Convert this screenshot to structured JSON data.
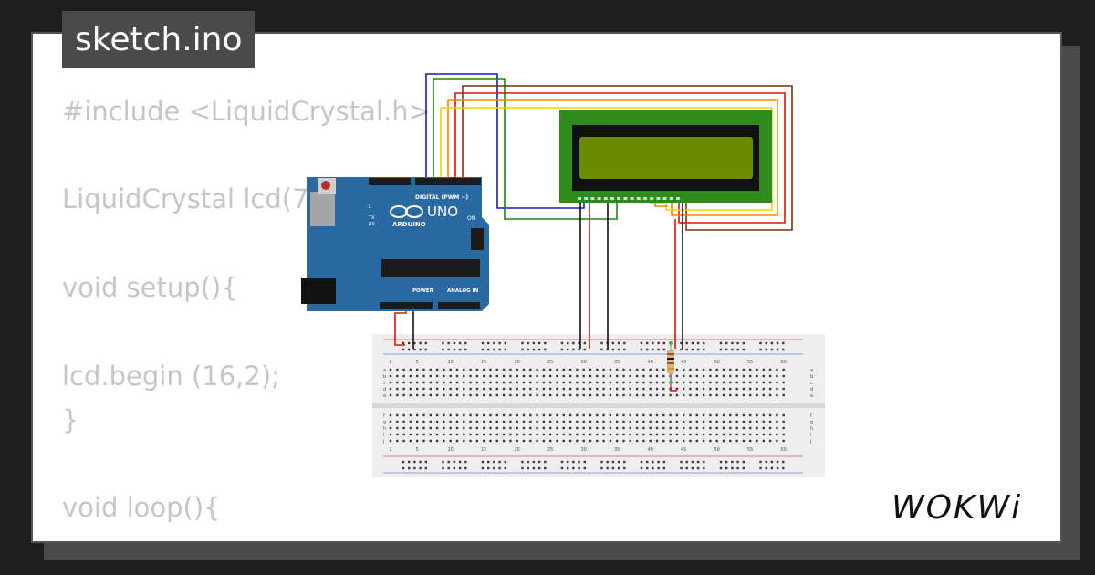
{
  "tab": {
    "filename": "sketch.ino"
  },
  "code": {
    "lines": [
      "#include <LiquidCrystal.h>",
      "LiquidCrystal lcd(7",
      "void setup(){",
      "lcd.begin (16,2);",
      "}",
      "void loop(){"
    ]
  },
  "arduino": {
    "board_name": "UNO",
    "brand": "ARDUINO",
    "digital_header": "DIGITAL (PWM ~)",
    "power_header": "POWER",
    "analog_header": "ANALOG IN",
    "on_label": "ON",
    "tx_label": "TX",
    "rx_label": "RX",
    "l_label": "L"
  },
  "breadboard": {
    "column_numbers": [
      "1",
      "5",
      "10",
      "15",
      "20",
      "25",
      "30",
      "35",
      "40",
      "45",
      "50",
      "55",
      "60"
    ],
    "row_letters_top": [
      "a",
      "b",
      "c",
      "d",
      "e"
    ],
    "row_letters_bottom": [
      "f",
      "g",
      "h",
      "i",
      "j"
    ]
  },
  "logo": {
    "text": "WOKWi"
  },
  "colors": {
    "wire_blue": "#1a1ab0",
    "wire_green": "#138a13",
    "wire_brown": "#7a3210",
    "wire_red": "#e01010",
    "wire_orange": "#f08a00",
    "wire_yellow": "#f2d400",
    "wire_black": "#111111",
    "board_blue": "#2b6aa0",
    "lcd_green": "#2e8b1c",
    "lcd_screen": "#6c8c00"
  }
}
